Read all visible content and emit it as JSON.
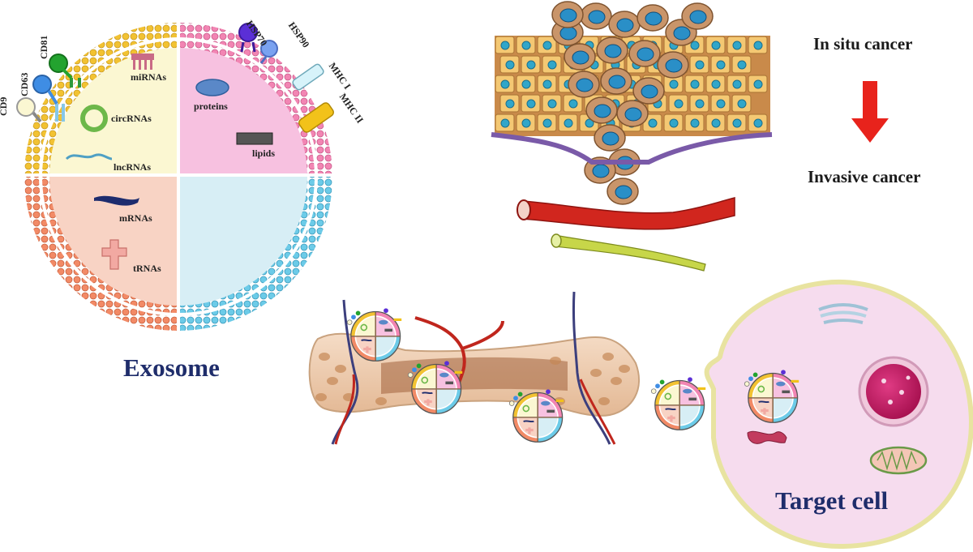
{
  "exosome": {
    "title": "Exosome",
    "cargo": {
      "mirnas": "miRNAs",
      "circrnas": "circRNAs",
      "lncrnas": "lncRNAs",
      "proteins": "proteins",
      "lipids": "lipids",
      "mrnas": "mRNAs",
      "trnas": "tRNAs"
    },
    "markers": {
      "cd9": "CD9",
      "cd63": "CD63",
      "cd81": "CD81",
      "hsp70": "HSP70",
      "hsp90": "HSP90",
      "mhc1": "MHC I",
      "mhc2": "MHC II"
    }
  },
  "cancer": {
    "in_situ": "In situ cancer",
    "invasive": "Invasive cancer"
  },
  "target_cell": {
    "label": "Target cell"
  },
  "colors": {
    "quadrant_yellow": "#fbf7d2",
    "quadrant_pink": "#f7c1e0",
    "quadrant_peach": "#f8d3c4",
    "quadrant_blue": "#d7eef5",
    "arrow_red": "#e8231c",
    "title_blue": "#1f2d6b",
    "target_cell_fill": "#f6dcee",
    "nucleus": "#c7135d"
  }
}
